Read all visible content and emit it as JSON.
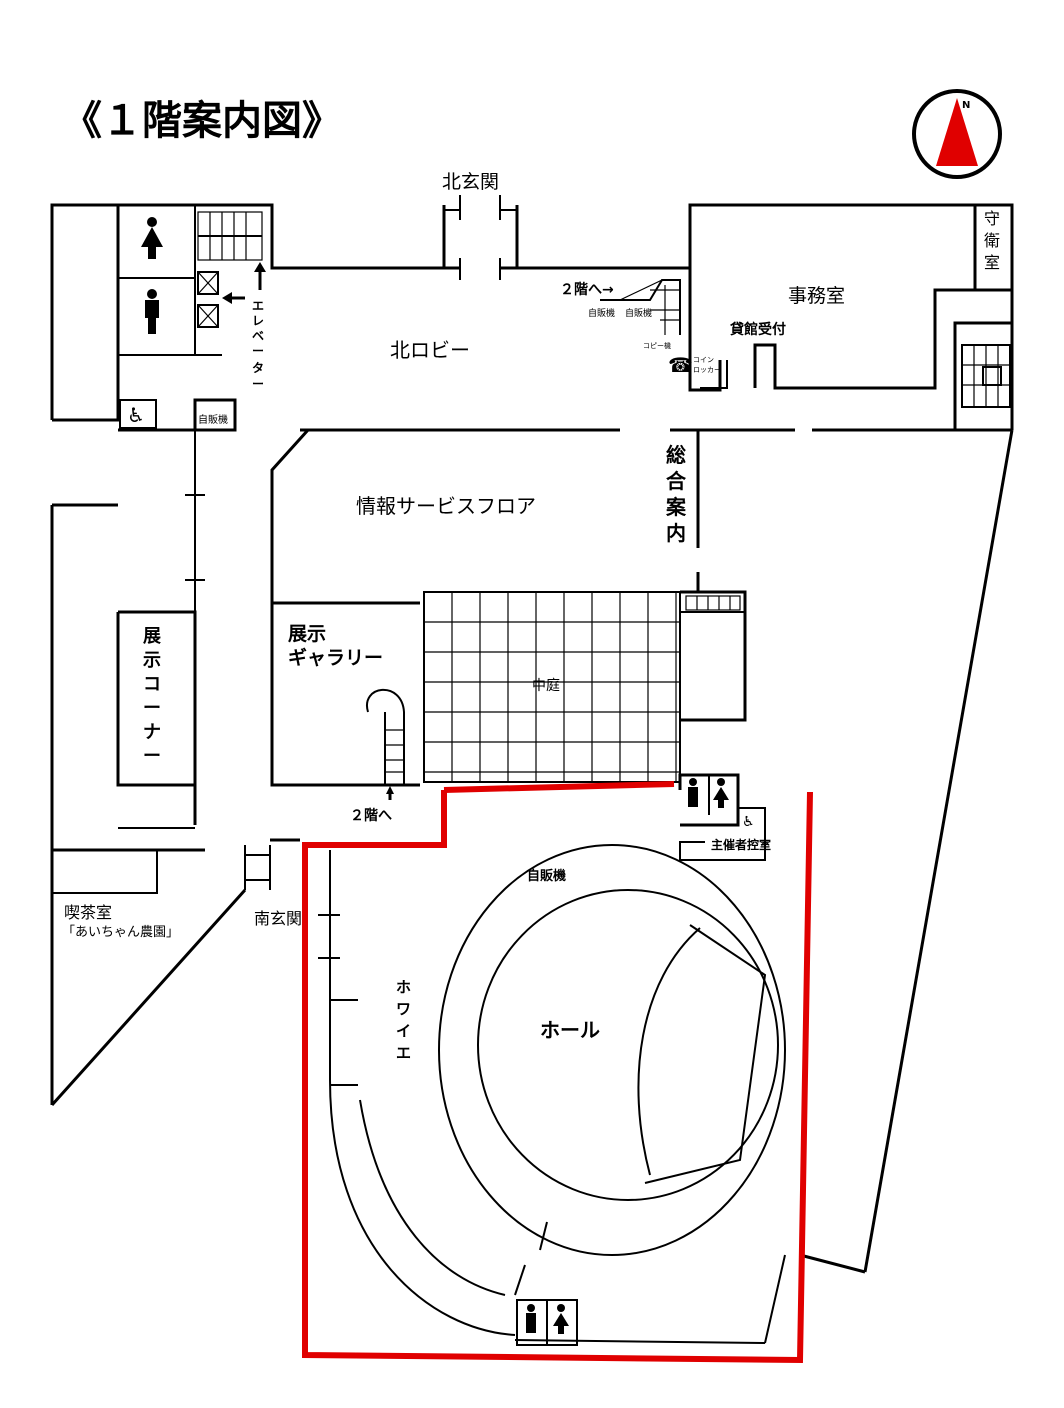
{
  "title": "《１階案内図》",
  "compass": {
    "label": "N",
    "color": "#e00000"
  },
  "highlight_color": "#e00000",
  "rooms": {
    "north_entrance": "北玄関",
    "north_lobby": "北ロビー",
    "office": "事務室",
    "guard_room": [
      "守",
      "衛",
      "室"
    ],
    "rental_reception": "貸館受付",
    "to_2f_north": "２階へ→",
    "vending_1": "自販機",
    "vending_2": "自販機",
    "copier": "コピー機",
    "coin_locker_1": "コイン",
    "coin_locker_2": "ロッカー",
    "elevator": [
      "エ",
      "レ",
      "ベ",
      "ー",
      "タ",
      "ー"
    ],
    "vending_west": "自販機",
    "info_service": "情報サービスフロア",
    "general_info": [
      "総",
      "合",
      "案",
      "内"
    ],
    "exhibit_gallery_1": "展示",
    "exhibit_gallery_2": "ギャラリー",
    "courtyard": "中庭",
    "exhibit_corner": [
      "展",
      "示",
      "コ",
      "ー",
      "ナ",
      "ー"
    ],
    "to_2f_south": "２階へ",
    "cafe": "喫茶室",
    "cafe_name": "「あいちゃん農園」",
    "south_entrance": "南玄関",
    "vending_hall": "自販機",
    "organizer_room": "主催者控室",
    "foyer": [
      "ホ",
      "ワ",
      "イ",
      "エ"
    ],
    "hall": "ホール"
  }
}
